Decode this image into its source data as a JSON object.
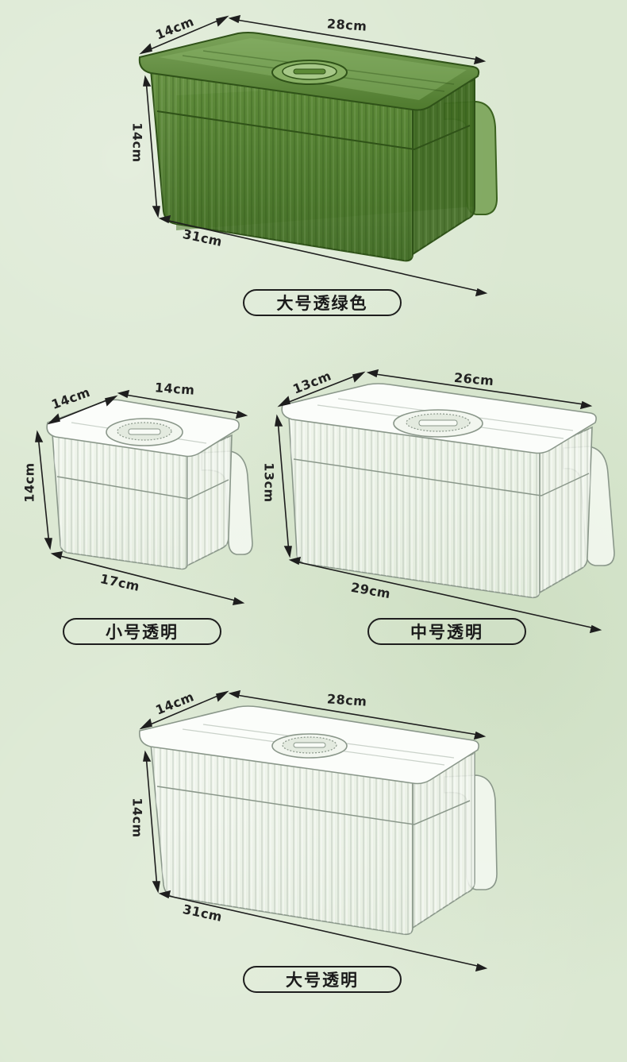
{
  "colors": {
    "background": "#dbe8d2",
    "green_box": "#4f7a2e",
    "clear_box": "#f4f8f2",
    "outline": "#1e1e1e"
  },
  "products": [
    {
      "id": "large-green",
      "label": "大号透绿色",
      "depth": "14cm",
      "lid_width": "28cm",
      "height": "14cm",
      "length": "31cm"
    },
    {
      "id": "small-clear",
      "label": "小号透明",
      "depth": "14cm",
      "lid_width": "14cm",
      "height": "14cm",
      "length": "17cm"
    },
    {
      "id": "medium-clear",
      "label": "中号透明",
      "depth": "13cm",
      "lid_width": "26cm",
      "height": "13cm",
      "length": "29cm"
    },
    {
      "id": "large-clear",
      "label": "大号透明",
      "depth": "14cm",
      "lid_width": "28cm",
      "height": "14cm",
      "length": "31cm"
    }
  ]
}
